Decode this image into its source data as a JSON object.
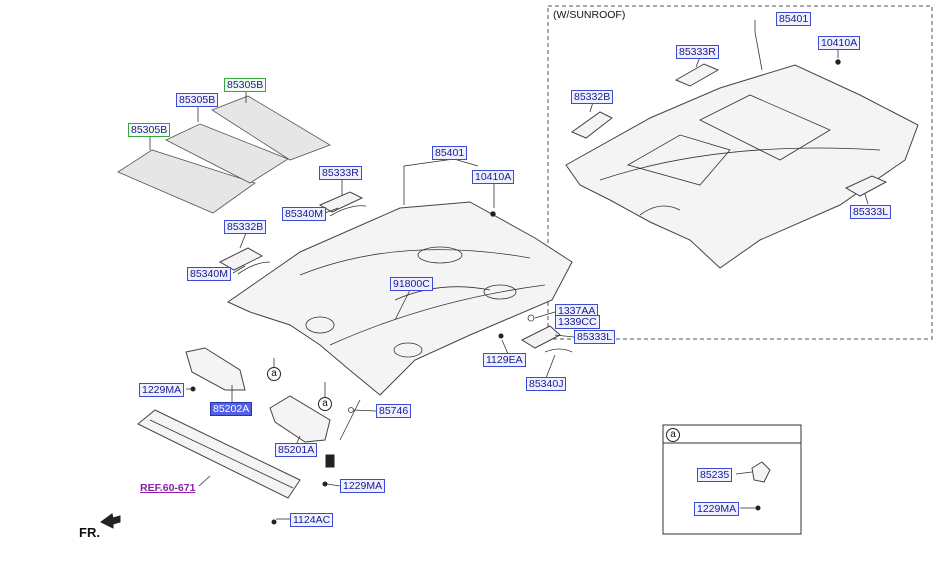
{
  "sunroof_box": {
    "title": "(W/SUNROOF)"
  },
  "detail_box": {
    "callout": "a"
  },
  "callout_letter": "a",
  "front_label": "FR.",
  "labels": {
    "p85305B_1": "85305B",
    "p85305B_2": "85305B",
    "p85305B_3": "85305B",
    "p85333R": "85333R",
    "p85340M_1": "85340M",
    "p85332B": "85332B",
    "p85340M_2": "85340M",
    "p85401": "85401",
    "p10410A": "10410A",
    "p91800C": "91800C",
    "p1337AA": "1337AA",
    "p1339CC": "1339CC",
    "p85333L": "85333L",
    "p1129EA": "1129EA",
    "p85340J": "85340J",
    "p1229MA_1": "1229MA",
    "p85202A": "85202A",
    "p85746": "85746",
    "p85201A": "85201A",
    "p1229MA_2": "1229MA",
    "ref": "REF.60-671",
    "p1124AC": "1124AC",
    "s85401": "85401",
    "s10410A": "10410A",
    "s85333R": "85333R",
    "s85332B": "85332B",
    "s85333L": "85333L",
    "d85235": "85235",
    "d1229MA": "1229MA"
  },
  "colors": {
    "label_border": "#3b4bd4",
    "label_fill": "#eef0ff",
    "label_text": "#1a1a8c",
    "selected_fill": "#5360e6",
    "green_border": "#3aa53a",
    "ref_text": "#8a1fa8"
  }
}
